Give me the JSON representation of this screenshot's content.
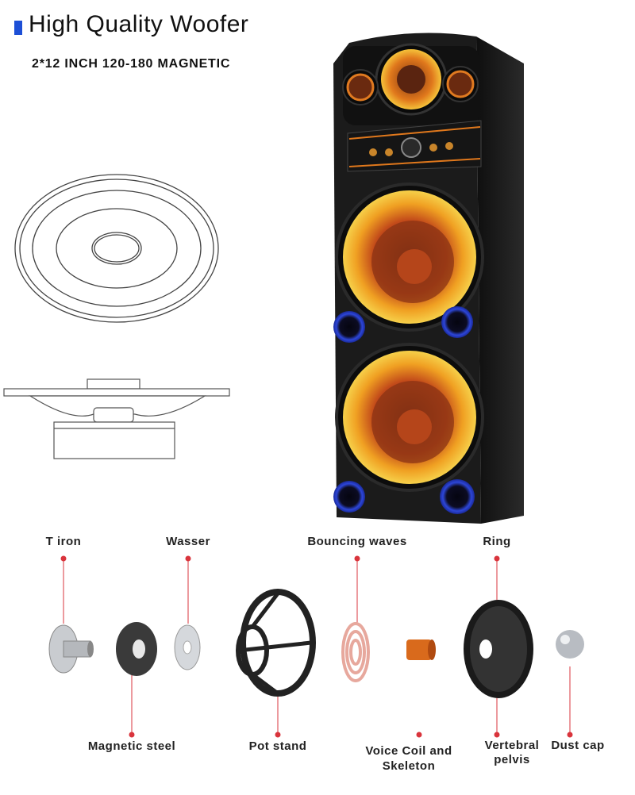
{
  "header": {
    "title": "High Quality Woofer",
    "subtitle": "2*12 INCH 120-180 MAGNETIC"
  },
  "colors": {
    "accent": "#1d4fd6",
    "pointer": "#d9343c",
    "speaker_body": "#1b1b1b",
    "ring_glow": "#f2b42a",
    "port_glow": "#2d46d8"
  },
  "components": {
    "top_labels": [
      "T iron",
      "Wasser",
      "Bouncing waves",
      "Ring"
    ],
    "bottom_labels": {
      "magnetic_steel": "Magnetic steel",
      "pot_stand": "Pot stand",
      "voice_coil_line1": "Voice Coil and",
      "voice_coil_line2": "Skeleton",
      "vertebral_line1": "Vertebral",
      "vertebral_line2": "pelvis",
      "dust_cap": "Dust cap"
    }
  }
}
